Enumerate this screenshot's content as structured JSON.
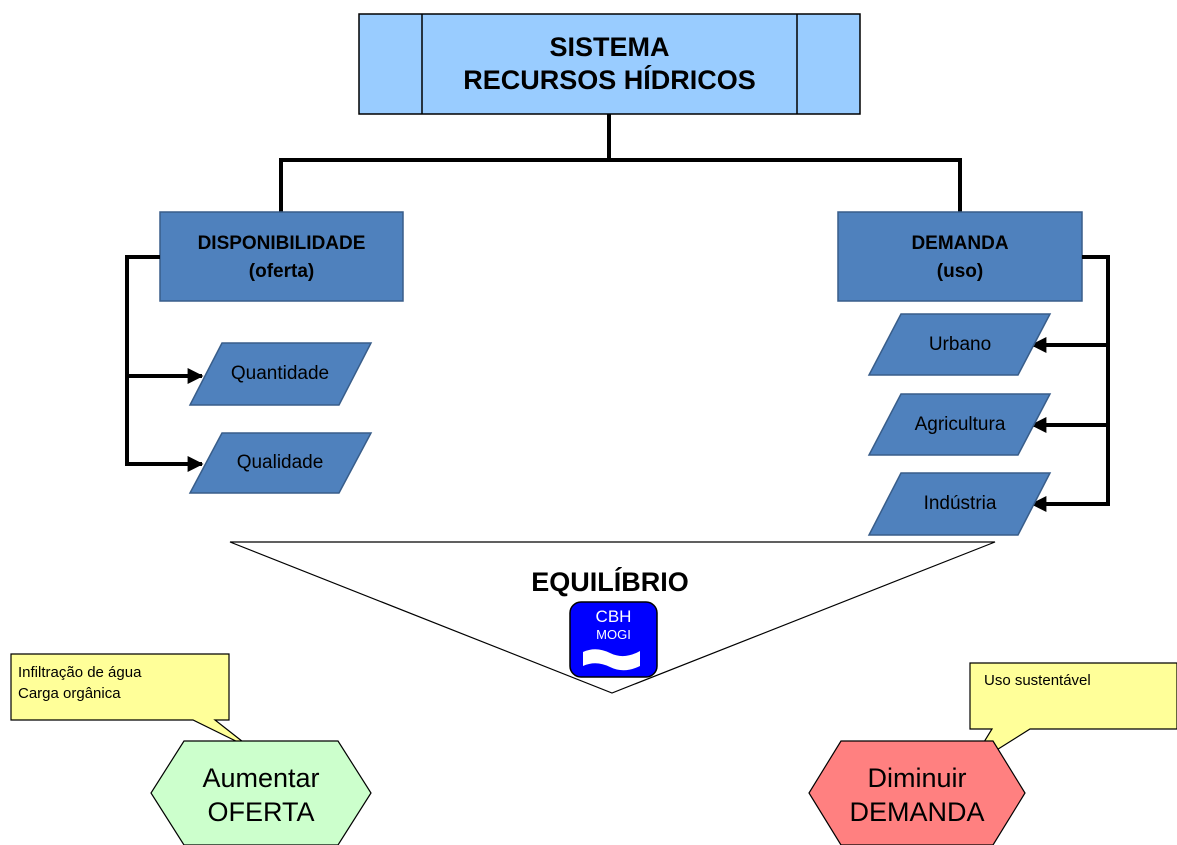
{
  "title": {
    "line1": "SISTEMA",
    "line2": "RECURSOS HÍDRICOS"
  },
  "left_branch": {
    "line1": "DISPONIBILIDADE",
    "line2": "(oferta)",
    "items": [
      "Quantidade",
      "Qualidade"
    ]
  },
  "right_branch": {
    "line1": "DEMANDA",
    "line2": "(uso)",
    "items": [
      "Urbano",
      "Agricultura",
      "Indústria"
    ]
  },
  "balance": {
    "label": "EQUILÍBRIO"
  },
  "logo": {
    "line1": "CBH",
    "line2": "MOGI"
  },
  "left_callout": {
    "line1": "Infiltração de água",
    "line2": "Carga orgânica"
  },
  "right_callout": {
    "line1": "Uso sustentável"
  },
  "left_action": {
    "line1": "Aumentar",
    "line2": "OFERTA"
  },
  "right_action": {
    "line1": "Diminuir",
    "line2": "DEMANDA"
  },
  "colors": {
    "title_fill": "#99ccff",
    "box_fill": "#4f81bd",
    "box_stroke": "#385d8a",
    "logo_blue": "#0000ff",
    "callout_fill": "#ffff99",
    "increase_fill": "#ccffcc",
    "decrease_fill": "#ff8080"
  }
}
